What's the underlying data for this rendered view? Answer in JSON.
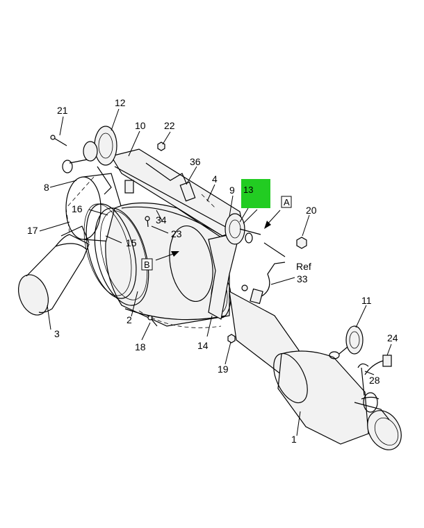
{
  "highlight_color": "#22cc22",
  "callouts": {
    "c1": "1",
    "c2": "2",
    "c3": "3",
    "c4": "4",
    "c8": "8",
    "c9": "9",
    "c10": "10",
    "c11": "11",
    "c12": "12",
    "c13": "13",
    "c14": "14",
    "c15": "15",
    "c16": "16",
    "c17": "17",
    "c18": "18",
    "c19": "19",
    "c20": "20",
    "c21": "21",
    "c22": "22",
    "c23": "23",
    "c24": "24",
    "c28": "28",
    "c33": "33",
    "c34": "34",
    "c36": "36",
    "ref": "Ref",
    "view_a": "A",
    "view_b": "B"
  }
}
